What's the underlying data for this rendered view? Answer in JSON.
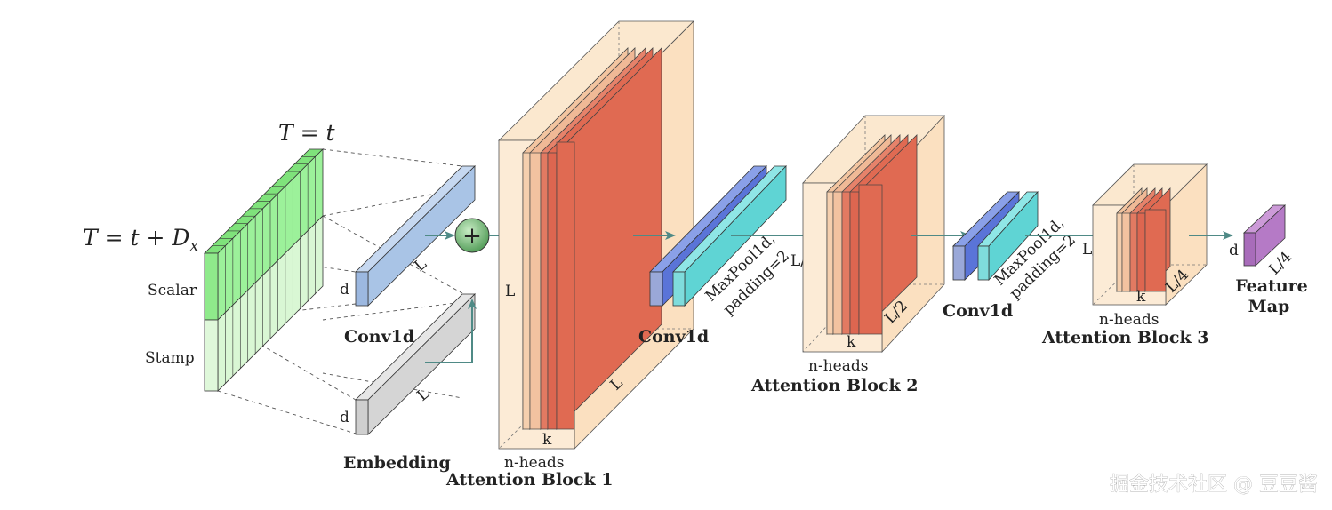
{
  "labels": {
    "t_top": "T = t",
    "t_left": "T = t + D",
    "t_left_sub": "x",
    "scalar": "Scalar",
    "stamp": "Stamp",
    "d1": "d",
    "l1": "L",
    "conv1": "Conv1d",
    "d2": "d",
    "l2": "L",
    "embedding": "Embedding",
    "plus": "+",
    "ab1_l": "L",
    "ab1_l2": "L",
    "ab1_k": "k",
    "ab1_heads": "n-heads",
    "ab1_title": "Attention Block 1",
    "conv2": "Conv1d",
    "pool1_a": "MaxPool1d,",
    "pool1_b": "padding=2",
    "l_half": "L/2",
    "ab2_lh": "L/2",
    "ab2_k": "k",
    "ab2_heads": "n-heads",
    "ab2_title": "Attention Block 2",
    "conv3": "Conv1d",
    "pool2_a": "MaxPool1d,",
    "pool2_b": "padding=2",
    "l_quarter": "L/4",
    "ab3_lq": "L/4",
    "ab3_k": "k",
    "ab3_heads": "n-heads",
    "ab3_title": "Attention Block 3",
    "fm_d": "d",
    "fm_l": "L/4",
    "feature": "Feature",
    "map": "Map"
  },
  "watermark": "掘金技术社区 @ 豆豆酱",
  "colors": {
    "green": "#9cf19a",
    "green_light": "#d9f7d4",
    "blue": "#a9c4e6",
    "blue_dark": "#5a74d8",
    "cyan": "#5fd4d4",
    "gray": "#d5d5d5",
    "beige": "#fbe3c6",
    "red": "#e06a52",
    "purple": "#b57ac6",
    "arrow": "#4f8a86",
    "plus_green": "#66aa66"
  }
}
